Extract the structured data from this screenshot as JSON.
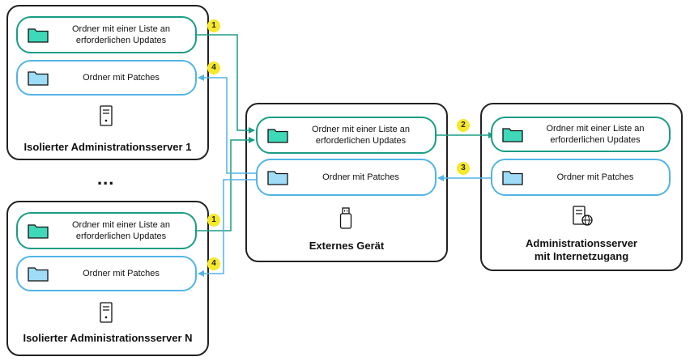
{
  "colors": {
    "green": "#1a9d84",
    "blue": "#52b4e6",
    "badge": "#f6e82a",
    "border": "#222222"
  },
  "panels": {
    "isolated1": {
      "title": "Isolierter Administrationsserver 1",
      "icon": "server-icon"
    },
    "isolatedN": {
      "title": "Isolierter Administrationsserver N",
      "icon": "server-icon"
    },
    "external": {
      "title": "Externes Gerät",
      "icon": "usb-drive-icon"
    },
    "internet": {
      "title_line1": "Administrationsserver",
      "title_line2": "mit Internetzugang",
      "icon": "server-globe-icon"
    }
  },
  "folders": {
    "list_line1": "Ordner mit einer Liste an",
    "list_line2": "erforderlichen Updates",
    "patches": "Ordner mit Patches"
  },
  "ellipsis": "...",
  "steps": {
    "s1": "1",
    "s2": "2",
    "s3": "3",
    "s4": "4"
  }
}
